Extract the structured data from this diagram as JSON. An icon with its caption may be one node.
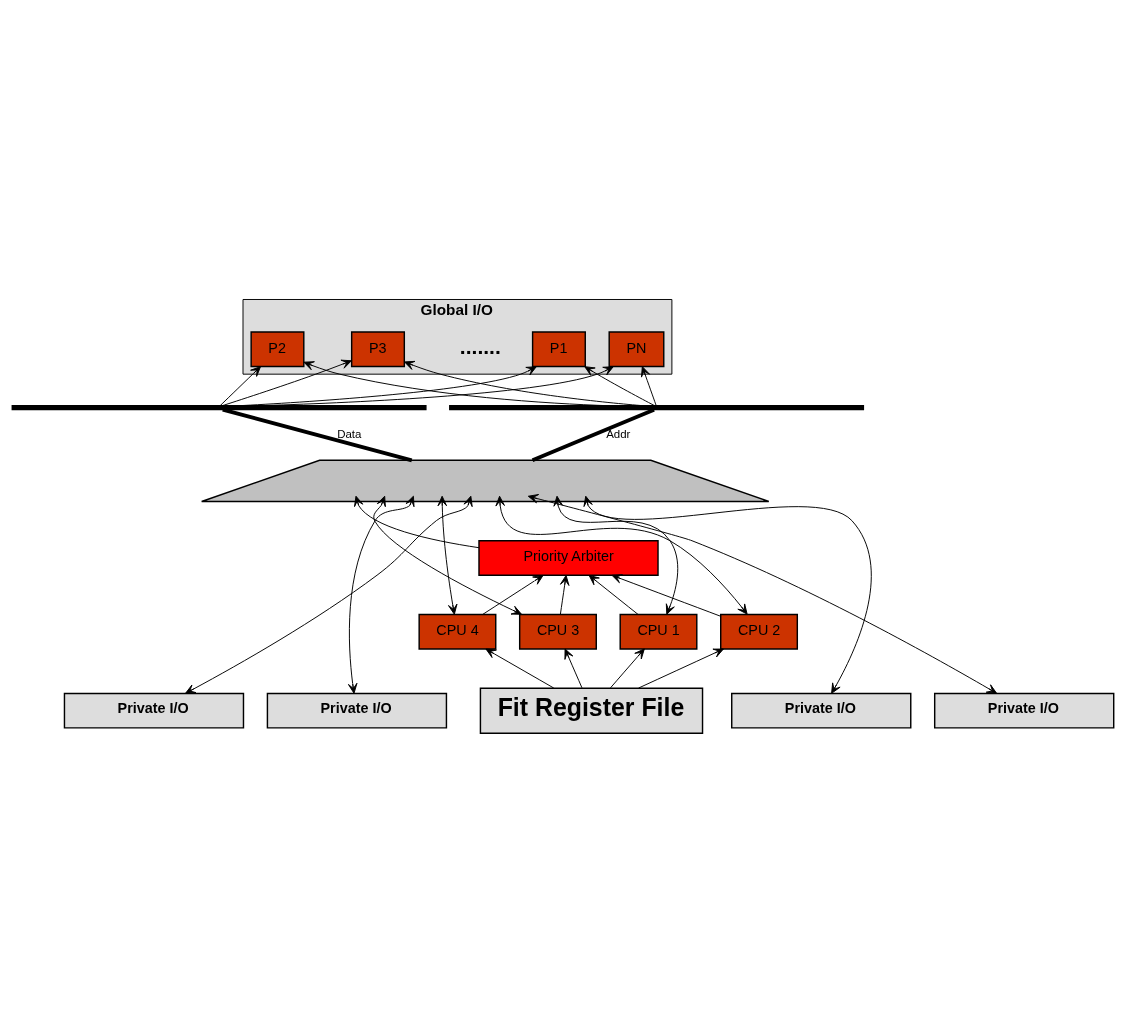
{
  "diagram": {
    "nodes": [
      {
        "text": [
          "Global I/O"
        ]
      },
      {
        "text": [
          "P1"
        ],
        "in": 0
      },
      {
        "text": [
          "P2"
        ],
        "in": 0
      },
      {
        "text": [
          "P3"
        ],
        "in": 0
      },
      {
        "text": [
          "PN"
        ],
        "in": 0
      },
      {
        "text": [],
        "shape": "bar"
      },
      {
        "text": [],
        "shape": "bar"
      },
      {
        "text": [
          "Priority Arbiter"
        ]
      },
      {
        "text": [],
        "shape": "trapezoid"
      },
      {
        "text": [
          "CPU 4"
        ]
      },
      {
        "text": [
          "CPU 2"
        ]
      },
      {
        "text": [
          "CPU 3"
        ]
      },
      {
        "text": [
          "CPU 1"
        ]
      },
      {
        "text": [
          "Private I/O"
        ]
      },
      {
        "text": [
          "Private I/O"
        ]
      },
      {
        "text": [
          "Private I/O"
        ]
      },
      {
        "text": [
          "Private I/O"
        ]
      },
      {
        "text": [
          "Fit Register File"
        ]
      }
    ],
    "edges": [
      {
        "from": 5,
        "to": 1,
        "arrow": "to"
      },
      {
        "from": 6,
        "to": 1,
        "arrow": "to"
      },
      {
        "from": 5,
        "to": 2,
        "arrow": "to"
      },
      {
        "from": 6,
        "to": 2,
        "arrow": "to"
      },
      {
        "from": 5,
        "to": 3,
        "arrow": "to"
      },
      {
        "from": 6,
        "to": 3,
        "arrow": "to"
      },
      {
        "from": 5,
        "to": 4,
        "arrow": "to"
      },
      {
        "from": 6,
        "to": 4,
        "arrow": "to"
      },
      {
        "from": 8,
        "to": 6,
        "arrow": "none",
        "label": "Addr",
        "style": "thick"
      },
      {
        "from": 8,
        "to": 5,
        "arrow": "none",
        "label": "Data",
        "style": "thick"
      },
      {
        "from": 7,
        "to": 8,
        "arrow": "to"
      },
      {
        "from": 12,
        "to": 7,
        "arrow": "to"
      },
      {
        "from": 10,
        "to": 7,
        "arrow": "to"
      },
      {
        "from": 11,
        "to": 7,
        "arrow": "to"
      },
      {
        "from": 9,
        "to": 7,
        "arrow": "to"
      },
      {
        "from": 11,
        "to": 8,
        "arrow": "both"
      },
      {
        "from": 13,
        "to": 8,
        "arrow": "both"
      },
      {
        "from": 9,
        "to": 8,
        "arrow": "both"
      },
      {
        "from": 15,
        "to": 8,
        "arrow": "both"
      },
      {
        "from": 10,
        "to": 8,
        "arrow": "both"
      },
      {
        "from": 16,
        "to": 8,
        "arrow": "both"
      },
      {
        "from": 12,
        "to": 8,
        "arrow": "both"
      },
      {
        "from": 14,
        "to": 8,
        "arrow": "both"
      },
      {
        "from": 17,
        "to": 11,
        "arrow": "to"
      },
      {
        "from": 17,
        "to": 9,
        "arrow": "to"
      },
      {
        "from": 17,
        "to": 10,
        "arrow": "to"
      },
      {
        "from": 17,
        "to": 12,
        "arrow": "to"
      }
    ],
    "labels": [
      "......."
    ]
  }
}
